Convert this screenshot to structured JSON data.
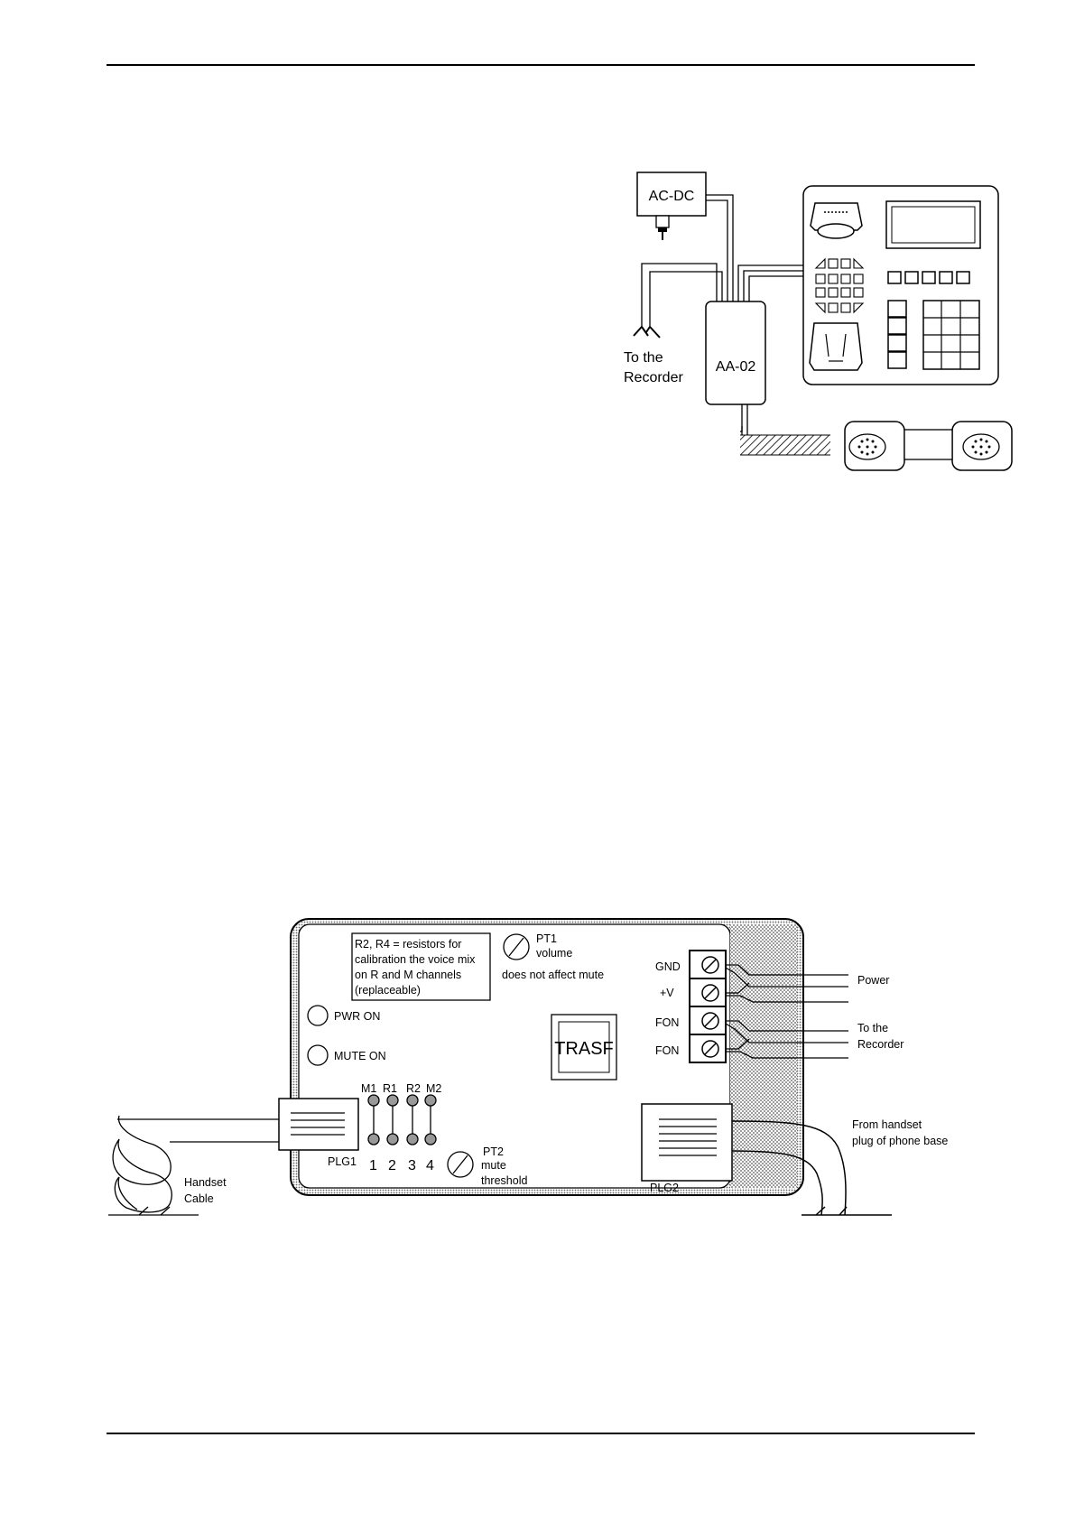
{
  "wiring_diagram": {
    "adapter_label": "AC-DC",
    "device_label": "AA-02",
    "recorder_label_line1": "To the",
    "recorder_label_line2": "Recorder"
  },
  "board_diagram": {
    "note_lines": [
      "R2, R4 = resistors for",
      "calibration the voice mix",
      "on R and M channels",
      "(replaceable)"
    ],
    "pt1_label": "PT1",
    "pt1_sub": "volume",
    "pt1_note": "does not affect mute",
    "pwr_led": "PWR ON",
    "mute_led": "MUTE ON",
    "transformer": "TRASF",
    "jumper_labels": [
      "M1",
      "R1",
      "R2",
      "M2"
    ],
    "pin_numbers": [
      "1",
      "2",
      "3",
      "4"
    ],
    "pt2_label": "PT2",
    "pt2_sub1": "mute",
    "pt2_sub2": "threshold",
    "plg1": "PLG1",
    "plg2": "PLG2",
    "terminals": [
      "GND",
      "+V",
      "FON",
      "FON"
    ],
    "power_label": "Power",
    "recorder_line1": "To the",
    "recorder_line2": "Recorder",
    "from_handset_line1": "From handset",
    "from_handset_line2": "plug of phone base",
    "handset_line1": "Handset",
    "handset_line2": "Cable"
  }
}
